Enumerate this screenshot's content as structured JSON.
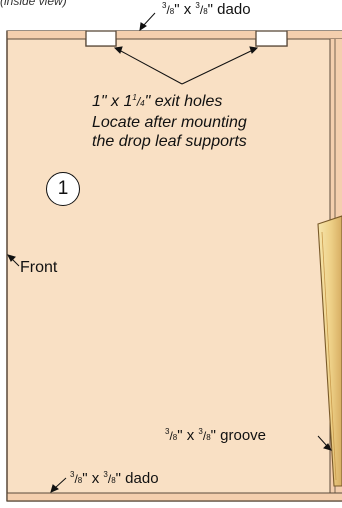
{
  "view_label": "(inside view)",
  "dado_top": {
    "frac_a": "3",
    "frac_b": "8",
    "mid": "\" x ",
    "frac_c": "3",
    "frac_d": "8",
    "tail": "\" dado"
  },
  "exit_holes": {
    "line1_a": "1\" x 1",
    "line1_sup": "1",
    "line1_sub": "4",
    "line1_b": "\" exit holes",
    "line2": "Locate after mounting",
    "line3": "the drop leaf supports"
  },
  "part_number": "1",
  "front_label": "Front",
  "groove": {
    "frac_a": "3",
    "frac_b": "8",
    "mid": "\" x ",
    "frac_c": "3",
    "frac_d": "8",
    "tail": "\" groove"
  },
  "dado_bottom": {
    "frac_a": "3",
    "frac_b": "8",
    "mid": "\" x ",
    "frac_c": "3",
    "frac_d": "8",
    "tail": "\" dado"
  },
  "colors": {
    "panel": "#f9e0c4",
    "edge_band": "#f6d6b6",
    "outline": "#5a4a3a",
    "leaf_light": "#f6e3a6",
    "leaf_dark": "#d9b36a"
  }
}
